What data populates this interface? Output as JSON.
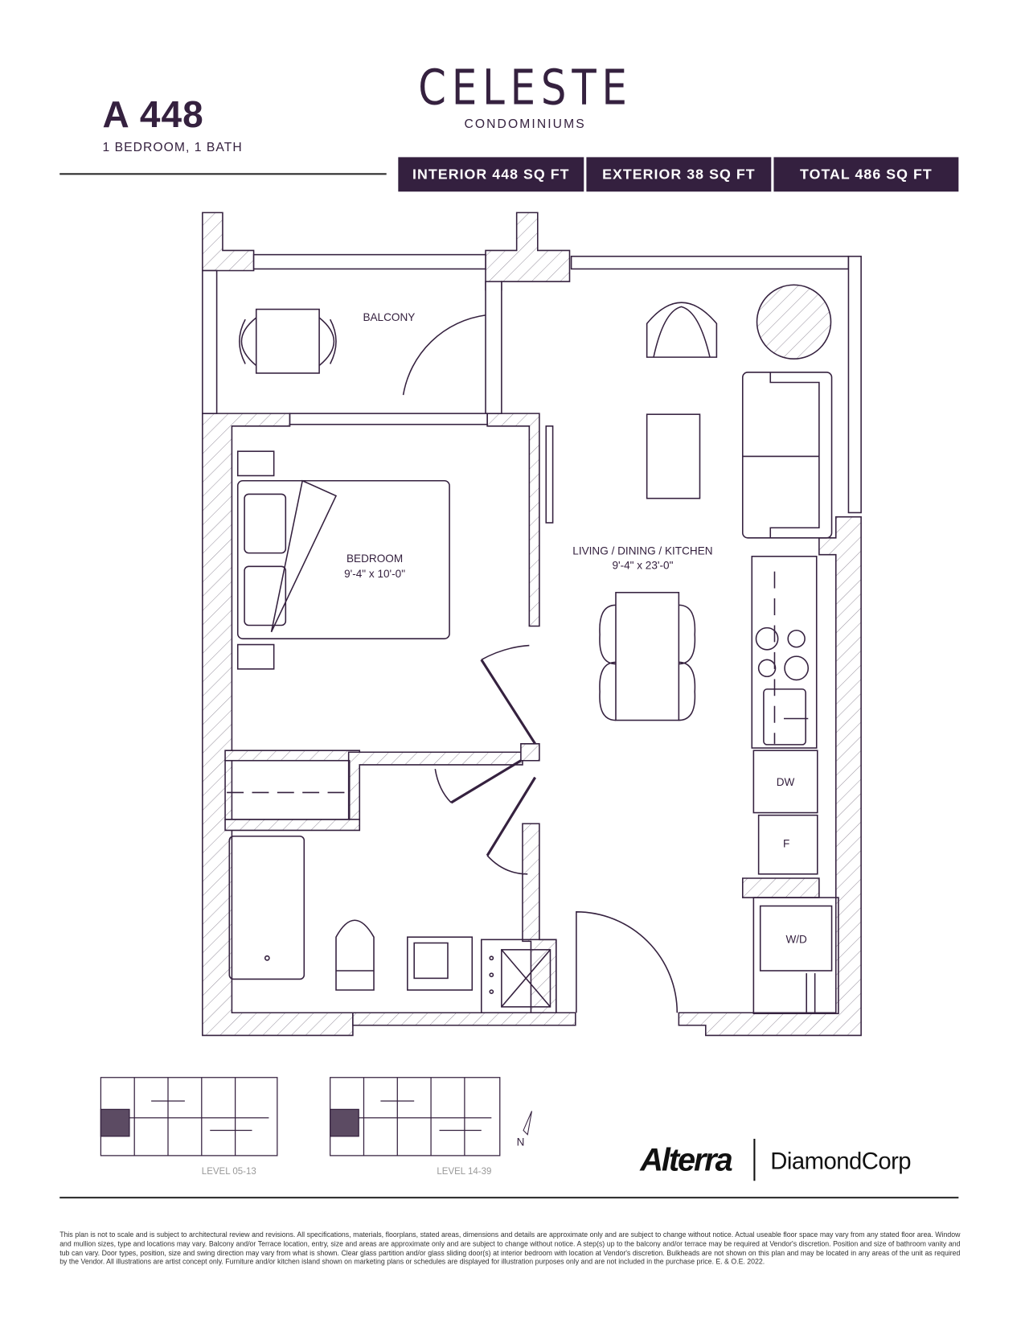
{
  "unit": {
    "name": "A 448",
    "type": "1 BEDROOM, 1 BATH"
  },
  "brand": {
    "name": "CELESTE",
    "subtitle": "CONDOMINIUMS"
  },
  "areas": [
    {
      "label": "INTERIOR 448 SQ FT"
    },
    {
      "label": "EXTERIOR 38 SQ FT"
    },
    {
      "label": "TOTAL 486 SQ FT"
    }
  ],
  "colors": {
    "accent": "#34203f",
    "line": "#35213f"
  },
  "plan": {
    "balcony": "BALCONY",
    "bedroom": {
      "name": "BEDROOM",
      "dims": "9'-4\" x 10'-0\""
    },
    "living": {
      "name": "LIVING / DINING / KITCHEN",
      "dims": "9'-4\" x 23'-0\""
    },
    "dw": "DW",
    "fridge": "F",
    "washer_dryer": "W/D"
  },
  "keyplans": [
    {
      "label": "LEVEL 05-13"
    },
    {
      "label": "LEVEL 14-39"
    }
  ],
  "north": "N",
  "logos": {
    "alterra": "Alterra",
    "diamondcorp": "DiamondCorp"
  },
  "disclaimer": "This plan is not to scale and is subject to architectural review and revisions. All specifications, materials, floorplans, stated areas, dimensions and details are approximate only and are subject to change without notice. Actual useable floor space may vary from any stated floor area. Window and mullion sizes, type and locations may vary. Balcony and/or Terrace location, entry, size and areas are approximate only and are subject to change without notice. A step(s) up to the balcony and/or terrace may be required at Vendor's discretion. Position and size of bathroom vanity and tub can vary. Door types, position, size and swing direction may vary from what is shown. Clear glass partition and/or glass sliding door(s) at interior bedroom with location at Vendor's discretion. Bulkheads are not shown on this plan and may be located in any areas of the unit as required by the Vendor. All illustrations are artist concept only. Furniture and/or kitchen island shown on marketing plans or schedules are displayed for illustration purposes only and are not included in the purchase price. E. & O.E. 2022."
}
